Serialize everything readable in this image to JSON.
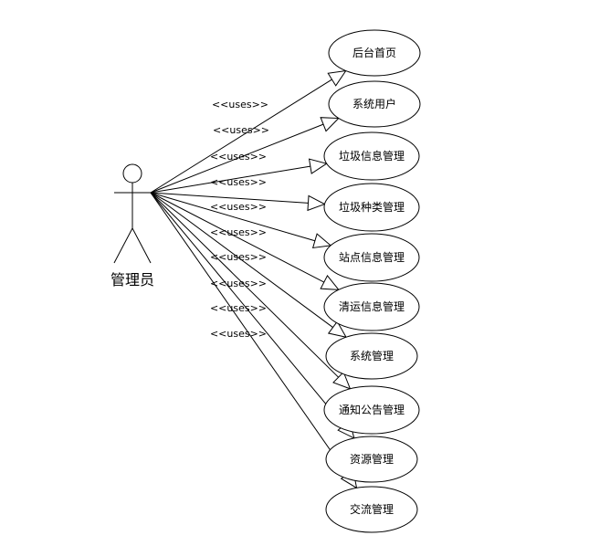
{
  "actor": {
    "name": "管理员"
  },
  "relation_label": "<<uses>>",
  "use_cases": [
    {
      "label": "后台首页"
    },
    {
      "label": "系统用户"
    },
    {
      "label": "垃圾信息管理"
    },
    {
      "label": "垃圾种类管理"
    },
    {
      "label": "站点信息管理"
    },
    {
      "label": "清运信息管理"
    },
    {
      "label": "系统管理"
    },
    {
      "label": "通知公告管理"
    },
    {
      "label": "资源管理"
    },
    {
      "label": "交流管理"
    }
  ]
}
